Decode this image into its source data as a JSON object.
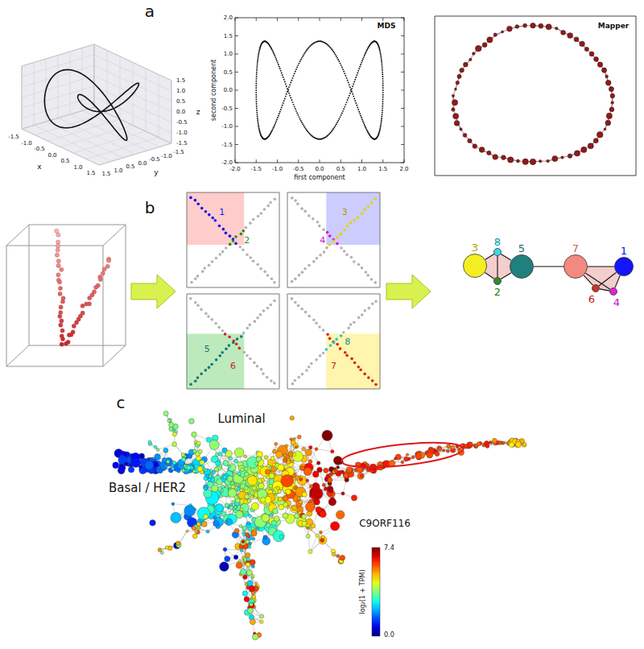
{
  "diagram": {
    "nodes": [
      {
        "text": [
          "3"
        ]
      },
      {
        "text": [
          "8"
        ]
      },
      {
        "text": [
          "2"
        ]
      },
      {
        "text": [
          "5"
        ]
      },
      {
        "text": [
          "7"
        ]
      },
      {
        "text": [
          "1"
        ]
      },
      {
        "text": [
          "6"
        ]
      },
      {
        "text": [
          "4"
        ]
      }
    ],
    "edges": [
      {
        "from": 0,
        "to": 1,
        "arrow": "none"
      },
      {
        "from": 0,
        "to": 2,
        "arrow": "none"
      },
      {
        "from": 1,
        "to": 2,
        "arrow": "none"
      },
      {
        "from": 1,
        "to": 3,
        "arrow": "none"
      },
      {
        "from": 2,
        "to": 3,
        "arrow": "none"
      },
      {
        "from": 3,
        "to": 4,
        "arrow": "none"
      },
      {
        "from": 4,
        "to": 5,
        "arrow": "none"
      },
      {
        "from": 4,
        "to": 6,
        "arrow": "none"
      },
      {
        "from": 4,
        "to": 7,
        "arrow": "none"
      },
      {
        "from": 5,
        "to": 6,
        "arrow": "none"
      },
      {
        "from": 5,
        "to": 7,
        "arrow": "none"
      },
      {
        "from": 6,
        "to": 7,
        "arrow": "none"
      }
    ],
    "labels": [
      "a",
      "-1.5",
      "-1.0",
      "-0.5",
      "0.0",
      "0.5",
      "1.0",
      "1.5",
      "x",
      "-1.5",
      "-1.0",
      "-0.5",
      "0.0",
      "0.5",
      "1.0",
      "1.5",
      "y",
      "-1.5",
      "-1.0",
      "-0.5",
      "0.0",
      "0.5",
      "1.0",
      "1.5",
      "z",
      "MDS",
      "-2.0",
      "-1.5",
      "-1.0",
      "-0.5",
      "0.0",
      "0.5",
      "1.0",
      "1.5",
      "2.0",
      "-2.0",
      "-1.5",
      "-1.0",
      "-0.5",
      "0.0",
      "0.5",
      "1.0",
      "1.5",
      "2.0",
      "first component",
      "second component",
      "Mapper",
      "b",
      "1",
      "2",
      "3",
      "4",
      "5",
      "6",
      "8",
      "7",
      "c",
      "Luminal",
      "Basal / HER2",
      "C9ORF116",
      "7.4",
      "0.0",
      "log₂(1 + TPM)"
    ]
  }
}
